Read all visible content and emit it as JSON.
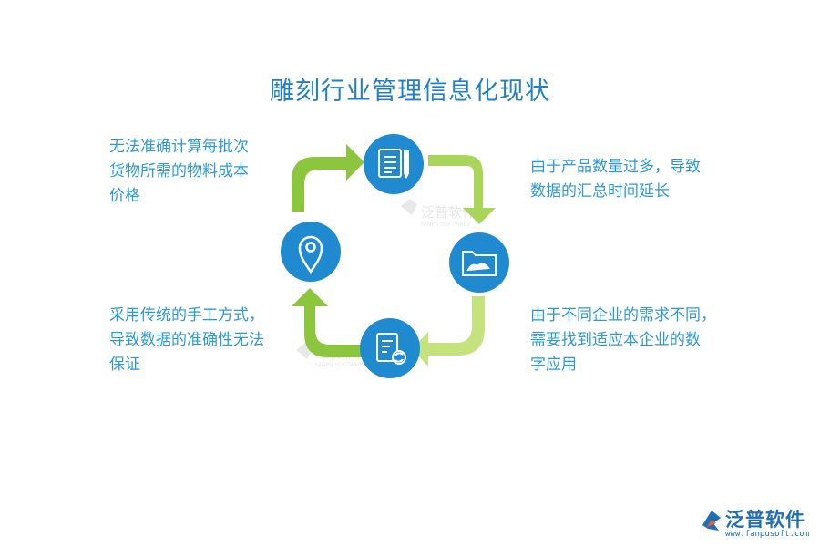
{
  "title": "雕刻行业管理信息化现状",
  "notes": {
    "top_left": [
      "无法准确计算每批次",
      "货物所需的物料成本",
      "价格"
    ],
    "top_right": [
      "由于产品数量过多，导致",
      "数据的汇总时间延长"
    ],
    "bottom_left": [
      "采用传统的手工方式，",
      "导致数据的准确性无法",
      "保证"
    ],
    "bottom_right": [
      "由于不同企业的需求不同，",
      "需要找到适应本企业的数",
      "字应用"
    ]
  },
  "cycle_nodes": [
    {
      "icon": "document-edit-icon"
    },
    {
      "icon": "folder-icon"
    },
    {
      "icon": "document-refresh-icon"
    },
    {
      "icon": "location-pin-icon"
    }
  ],
  "colors": {
    "title": "#1f7fc7",
    "text": "#2d98d8",
    "circle": "#1f8ad0",
    "arrow_dark": "#8cc63f",
    "arrow_light": "#c5e37d"
  },
  "watermark": {
    "name": "泛普软件",
    "sub": "FANPU SOFTWARE"
  },
  "logo": {
    "name": "泛普软件",
    "url": "www.fanpusoft.com"
  }
}
